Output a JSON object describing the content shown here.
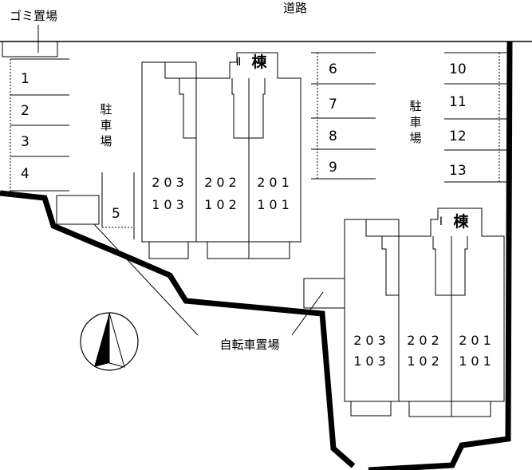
{
  "labels": {
    "road": "道路",
    "garbage": "ゴミ置場",
    "bicycle": "自転車置場",
    "parking_left": [
      "駐",
      "車",
      "場"
    ],
    "parking_right": [
      "駐",
      "車",
      "場"
    ]
  },
  "building_II": {
    "roman": "Ⅱ",
    "suffix": "棟",
    "units_upper": [
      "203",
      "202",
      "201"
    ],
    "units_lower": [
      "103",
      "102",
      "101"
    ]
  },
  "building_I": {
    "roman": "Ⅰ",
    "suffix": "棟",
    "units_upper": [
      "203",
      "202",
      "201"
    ],
    "units_lower": [
      "103",
      "102",
      "101"
    ]
  },
  "parking": {
    "left": [
      "1",
      "2",
      "3",
      "4"
    ],
    "single": "5",
    "middle": [
      "6",
      "7",
      "8",
      "9"
    ],
    "right": [
      "10",
      "11",
      "12",
      "13"
    ]
  },
  "compass": {
    "icon": "north-arrow-icon"
  },
  "colors": {
    "line": "#000000",
    "background": "#ffffff"
  }
}
